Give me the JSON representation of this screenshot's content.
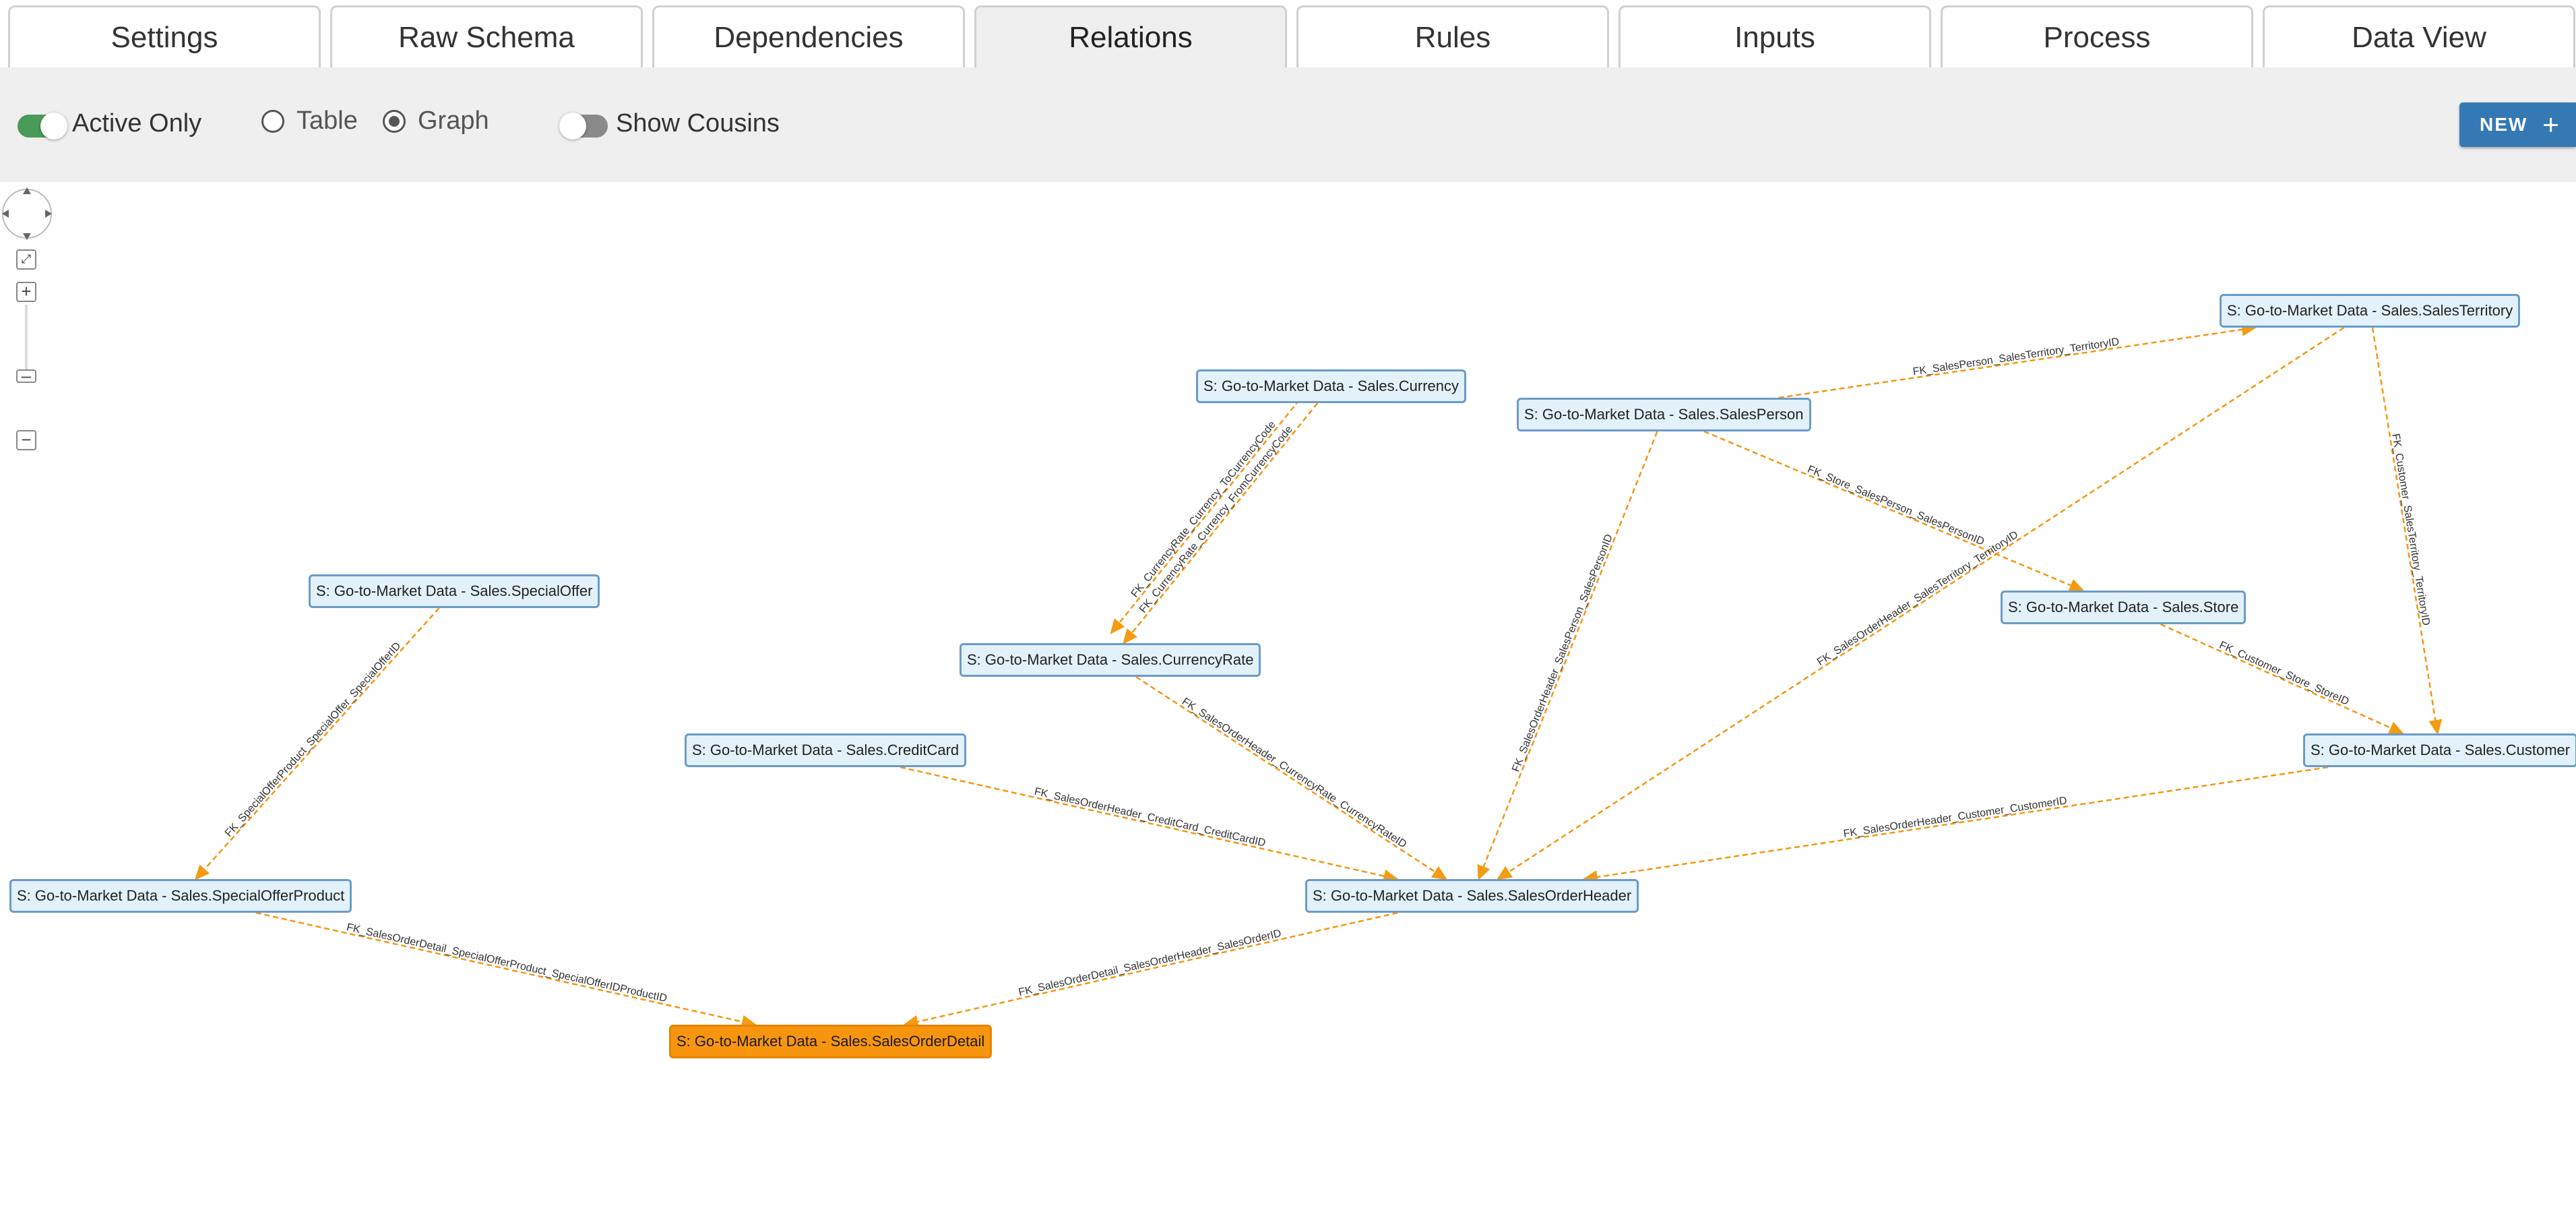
{
  "tabs": [
    {
      "label": "Settings"
    },
    {
      "label": "Raw Schema"
    },
    {
      "label": "Dependencies"
    },
    {
      "label": "Relations",
      "active": true
    },
    {
      "label": "Rules"
    },
    {
      "label": "Inputs"
    },
    {
      "label": "Process"
    },
    {
      "label": "Data View"
    }
  ],
  "toolbar": {
    "active_only_label": "Active Only",
    "active_only_on": true,
    "view_options": [
      "Table",
      "Graph"
    ],
    "view_selected": "Graph",
    "show_cousins_label": "Show Cousins",
    "show_cousins_on": false,
    "new_label": "NEW",
    "new_icon": "plus-icon"
  },
  "graph": {
    "accent_color": "#f7950e",
    "node_color": "#e3f1fb",
    "nodes": {
      "sales_territory": "S: Go-to-Market Data - Sales.SalesTerritory",
      "currency": "S: Go-to-Market Data - Sales.Currency",
      "sales_person": "S: Go-to-Market Data - Sales.SalesPerson",
      "special_offer": "S: Go-to-Market Data - Sales.SpecialOffer",
      "store": "S: Go-to-Market Data - Sales.Store",
      "currency_rate": "S: Go-to-Market Data - Sales.CurrencyRate",
      "credit_card": "S: Go-to-Market Data - Sales.CreditCard",
      "customer": "S: Go-to-Market Data - Sales.Customer",
      "special_offer_product": "S: Go-to-Market Data - Sales.SpecialOfferProduct",
      "sales_order_header": "S: Go-to-Market Data - Sales.SalesOrderHeader",
      "sales_order_detail": "S: Go-to-Market Data - Sales.SalesOrderDetail"
    },
    "selected_node": "sales_order_detail",
    "edges": [
      {
        "from": "sales_person",
        "to": "sales_territory",
        "label": "FK_SalesPerson_SalesTerritory_TerritoryID"
      },
      {
        "from": "currency",
        "to": "currency_rate",
        "label": "FK_CurrencyRate_Currency_FromCurrencyCode"
      },
      {
        "from": "currency",
        "to": "currency_rate",
        "label": "FK_CurrencyRate_Currency_ToCurrencyCode"
      },
      {
        "from": "sales_person",
        "to": "store",
        "label": "FK_Store_SalesPerson_SalesPersonID"
      },
      {
        "from": "sales_territory",
        "to": "customer",
        "label": "FK_Customer_SalesTerritory_TerritoryID"
      },
      {
        "from": "special_offer",
        "to": "special_offer_product",
        "label": "FK_SpecialOfferProduct_SpecialOffer_SpecialOfferID"
      },
      {
        "from": "sales_person",
        "to": "sales_order_header",
        "label": "FK_SalesOrderHeader_SalesPerson_SalesPersonID"
      },
      {
        "from": "sales_territory",
        "to": "sales_order_header",
        "label": "FK_SalesOrderHeader_SalesTerritory_TerritoryID"
      },
      {
        "from": "store",
        "to": "customer",
        "label": "FK_Customer_Store_StoreID"
      },
      {
        "from": "currency_rate",
        "to": "sales_order_header",
        "label": "FK_SalesOrderHeader_CurrencyRate_CurrencyRateID"
      },
      {
        "from": "credit_card",
        "to": "sales_order_header",
        "label": "FK_SalesOrderHeader_CreditCard_CreditCardID"
      },
      {
        "from": "customer",
        "to": "sales_order_header",
        "label": "FK_SalesOrderHeader_Customer_CustomerID"
      },
      {
        "from": "special_offer_product",
        "to": "sales_order_detail",
        "label": "FK_SalesOrderDetail_SpecialOfferProduct_SpecialOfferIDProductID"
      },
      {
        "from": "sales_order_header",
        "to": "sales_order_detail",
        "label": "FK_SalesOrderDetail_SalesOrderHeader_SalesOrderID"
      }
    ],
    "nav_icons": [
      "pan-arrows-icon",
      "fit-icon",
      "zoom-in-icon",
      "zoom-out-icon"
    ]
  }
}
